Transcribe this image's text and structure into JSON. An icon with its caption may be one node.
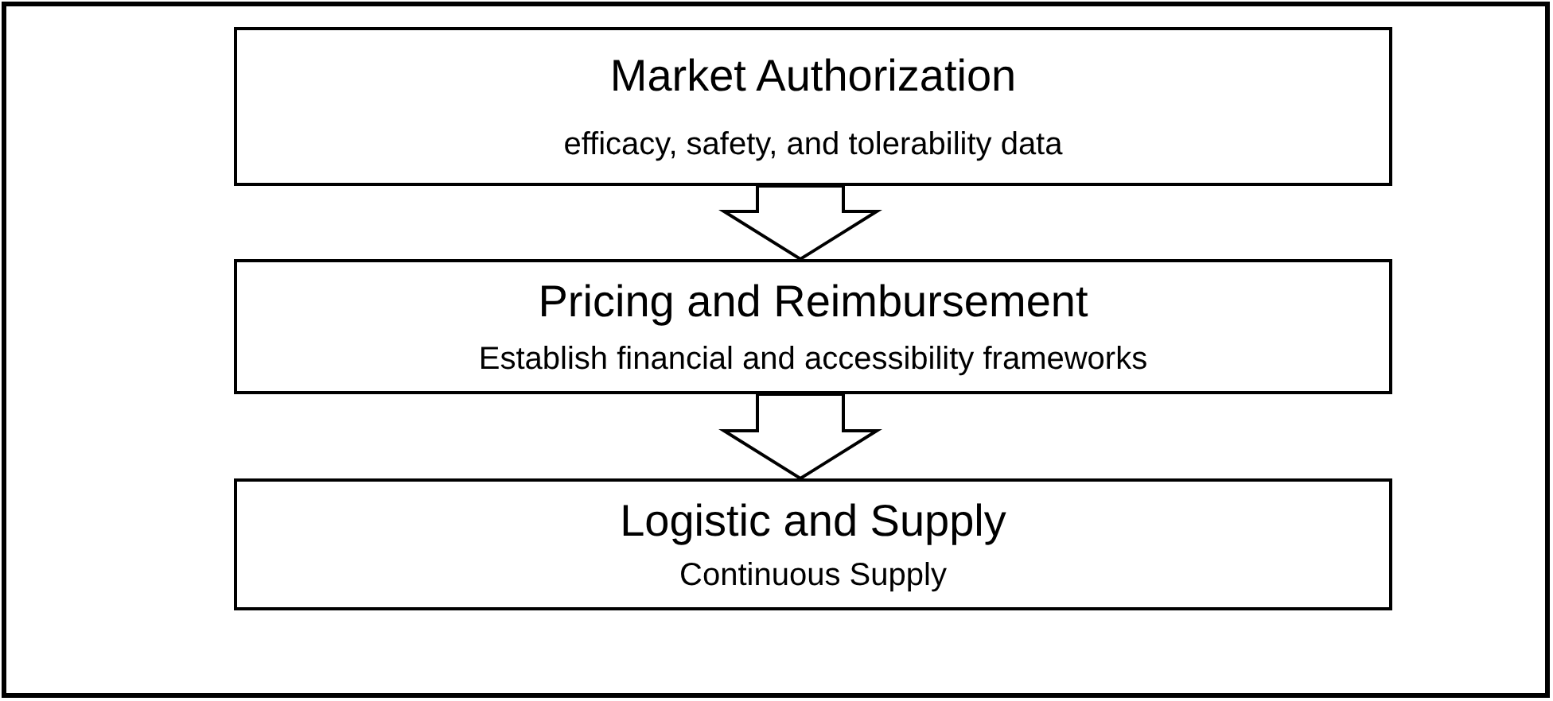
{
  "diagram": {
    "nodes": [
      {
        "text": [
          "Market Authorization",
          "efficacy, safety, and tolerability data"
        ]
      },
      {
        "text": [
          "Pricing and Reimbursement",
          "Establish financial and accessibility frameworks"
        ]
      },
      {
        "text": [
          "Logistic and Supply",
          "Continuous Supply"
        ]
      }
    ],
    "edges": [
      {
        "from": 0,
        "to": 1,
        "arrow": "to"
      },
      {
        "from": 1,
        "to": 2,
        "arrow": "to"
      }
    ]
  }
}
